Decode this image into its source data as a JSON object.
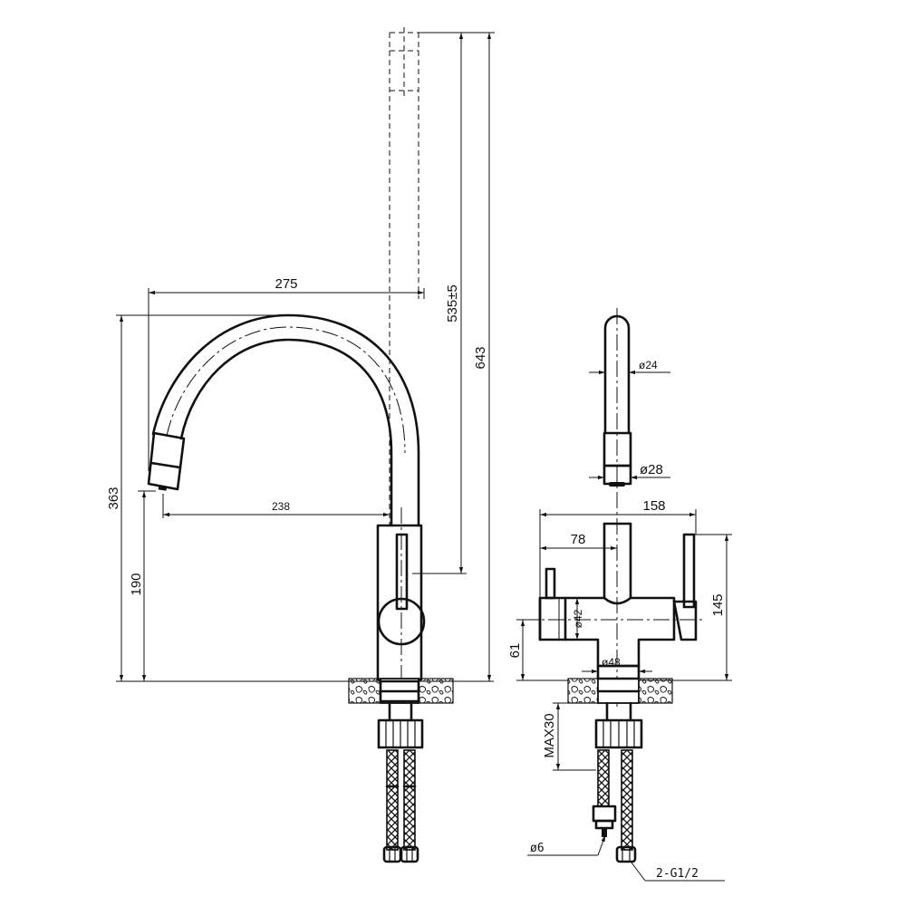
{
  "side_view": {
    "dims": {
      "reach_275": "275",
      "spout_238": "238",
      "height_363": "363",
      "height_190": "190",
      "pullout_535": "535±5",
      "total_643": "643"
    }
  },
  "front_view": {
    "dims": {
      "dia_24": "ø24",
      "dia_28": "ø28",
      "width_158": "158",
      "width_78": "78",
      "height_145": "145",
      "dia_42": "ø42",
      "dia_48": "ø48",
      "height_61": "61",
      "max_30": "MAX30"
    },
    "labels": {
      "hose_dia": "ø6",
      "thread": "2-G1/2"
    }
  },
  "colors": {
    "line": "#111111",
    "background": "#ffffff"
  }
}
